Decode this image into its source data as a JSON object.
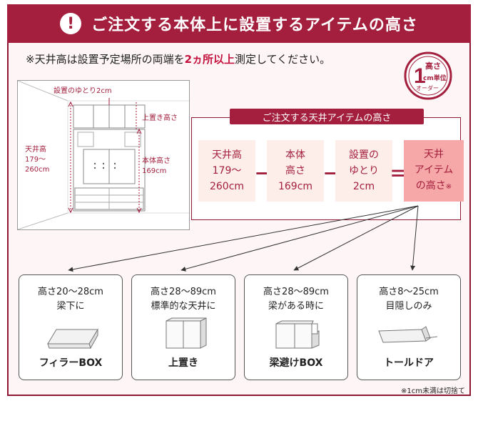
{
  "header": {
    "icon": "exclamation-icon",
    "title": "ご注文する本体上に設置するアイテムの高さ"
  },
  "note": {
    "prefix": "※天井高は設置予定場所の両端を",
    "highlight": "2ヵ所以上",
    "suffix": "測定してください。"
  },
  "badge": {
    "line1": "高さ",
    "number": "1",
    "line2": "cm単位",
    "line3": "オーダー"
  },
  "diagram": {
    "label_clearance": "設置のゆとり2cm",
    "label_top": "上置き高さ",
    "label_ceiling": [
      "天井高",
      "179～",
      "260cm"
    ],
    "label_body": [
      "本体高さ",
      "169cm"
    ]
  },
  "formula": {
    "title": "ご注文する天井アイテムの高さ",
    "ceiling": [
      "天井高",
      "179～",
      "260cm"
    ],
    "body": [
      "本体",
      "高さ",
      "169cm"
    ],
    "clearance": [
      "設置の",
      "ゆとり",
      "2cm"
    ],
    "result": [
      "天井",
      "アイテム",
      "の高さ"
    ],
    "result_mark": "※",
    "minus": "－",
    "equals": "＝"
  },
  "cards": [
    {
      "height": "高さ20～28cm",
      "desc": "梁下に",
      "name": "フィラーBOX",
      "icon": "filler-box-icon"
    },
    {
      "height": "高さ28～89cm",
      "desc": "標準的な天井に",
      "name": "上置き",
      "icon": "top-cabinet-icon"
    },
    {
      "height": "高さ28～89cm",
      "desc": "梁がある時に",
      "name": "梁避けBOX",
      "icon": "beam-box-icon"
    },
    {
      "height": "高さ8～25cm",
      "desc": "目隠しのみ",
      "name": "トールドア",
      "icon": "tall-door-icon"
    }
  ],
  "footnote": "※1cm未満は切捨て",
  "colors": {
    "accent": "#a31f3d",
    "highlight": "#c4123e",
    "result_fill": "#f6a7a7",
    "box_fill": "#fdeee9"
  }
}
